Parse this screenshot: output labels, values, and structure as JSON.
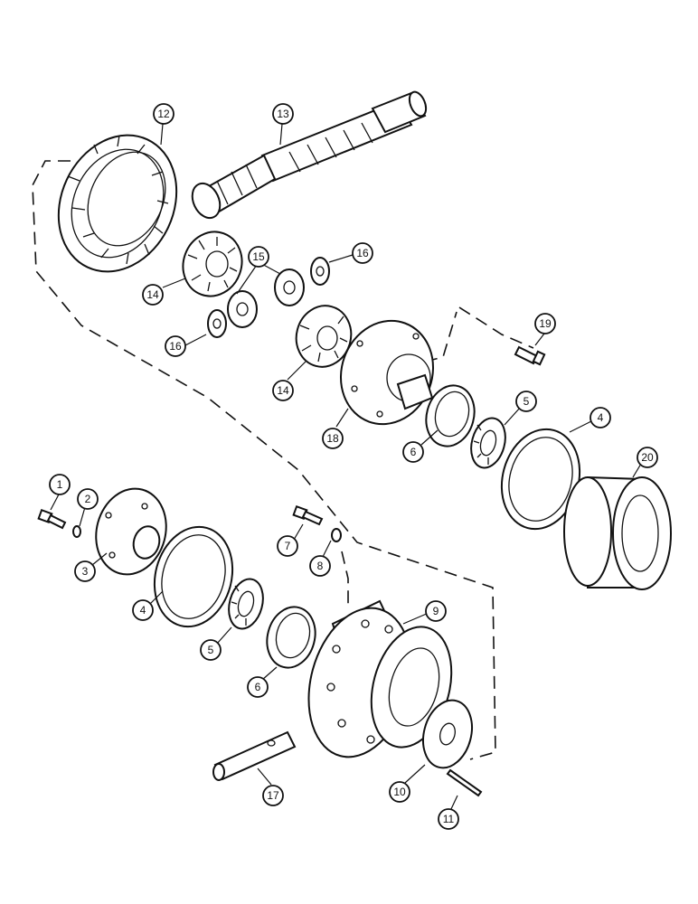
{
  "callouts": [
    {
      "id": "c1",
      "label": "1"
    },
    {
      "id": "c2",
      "label": "2"
    },
    {
      "id": "c3",
      "label": "3"
    },
    {
      "id": "c4a",
      "label": "4"
    },
    {
      "id": "c4b",
      "label": "4"
    },
    {
      "id": "c5a",
      "label": "5"
    },
    {
      "id": "c5b",
      "label": "5"
    },
    {
      "id": "c6a",
      "label": "6"
    },
    {
      "id": "c6b",
      "label": "6"
    },
    {
      "id": "c7",
      "label": "7"
    },
    {
      "id": "c8",
      "label": "8"
    },
    {
      "id": "c9",
      "label": "9"
    },
    {
      "id": "c10",
      "label": "10"
    },
    {
      "id": "c11",
      "label": "11"
    },
    {
      "id": "c12",
      "label": "12"
    },
    {
      "id": "c13",
      "label": "13"
    },
    {
      "id": "c14a",
      "label": "14"
    },
    {
      "id": "c14b",
      "label": "14"
    },
    {
      "id": "c15",
      "label": "15"
    },
    {
      "id": "c16a",
      "label": "16"
    },
    {
      "id": "c16b",
      "label": "16"
    },
    {
      "id": "c17",
      "label": "17"
    },
    {
      "id": "c18",
      "label": "18"
    },
    {
      "id": "c19",
      "label": "19"
    },
    {
      "id": "c20",
      "label": "20"
    }
  ]
}
